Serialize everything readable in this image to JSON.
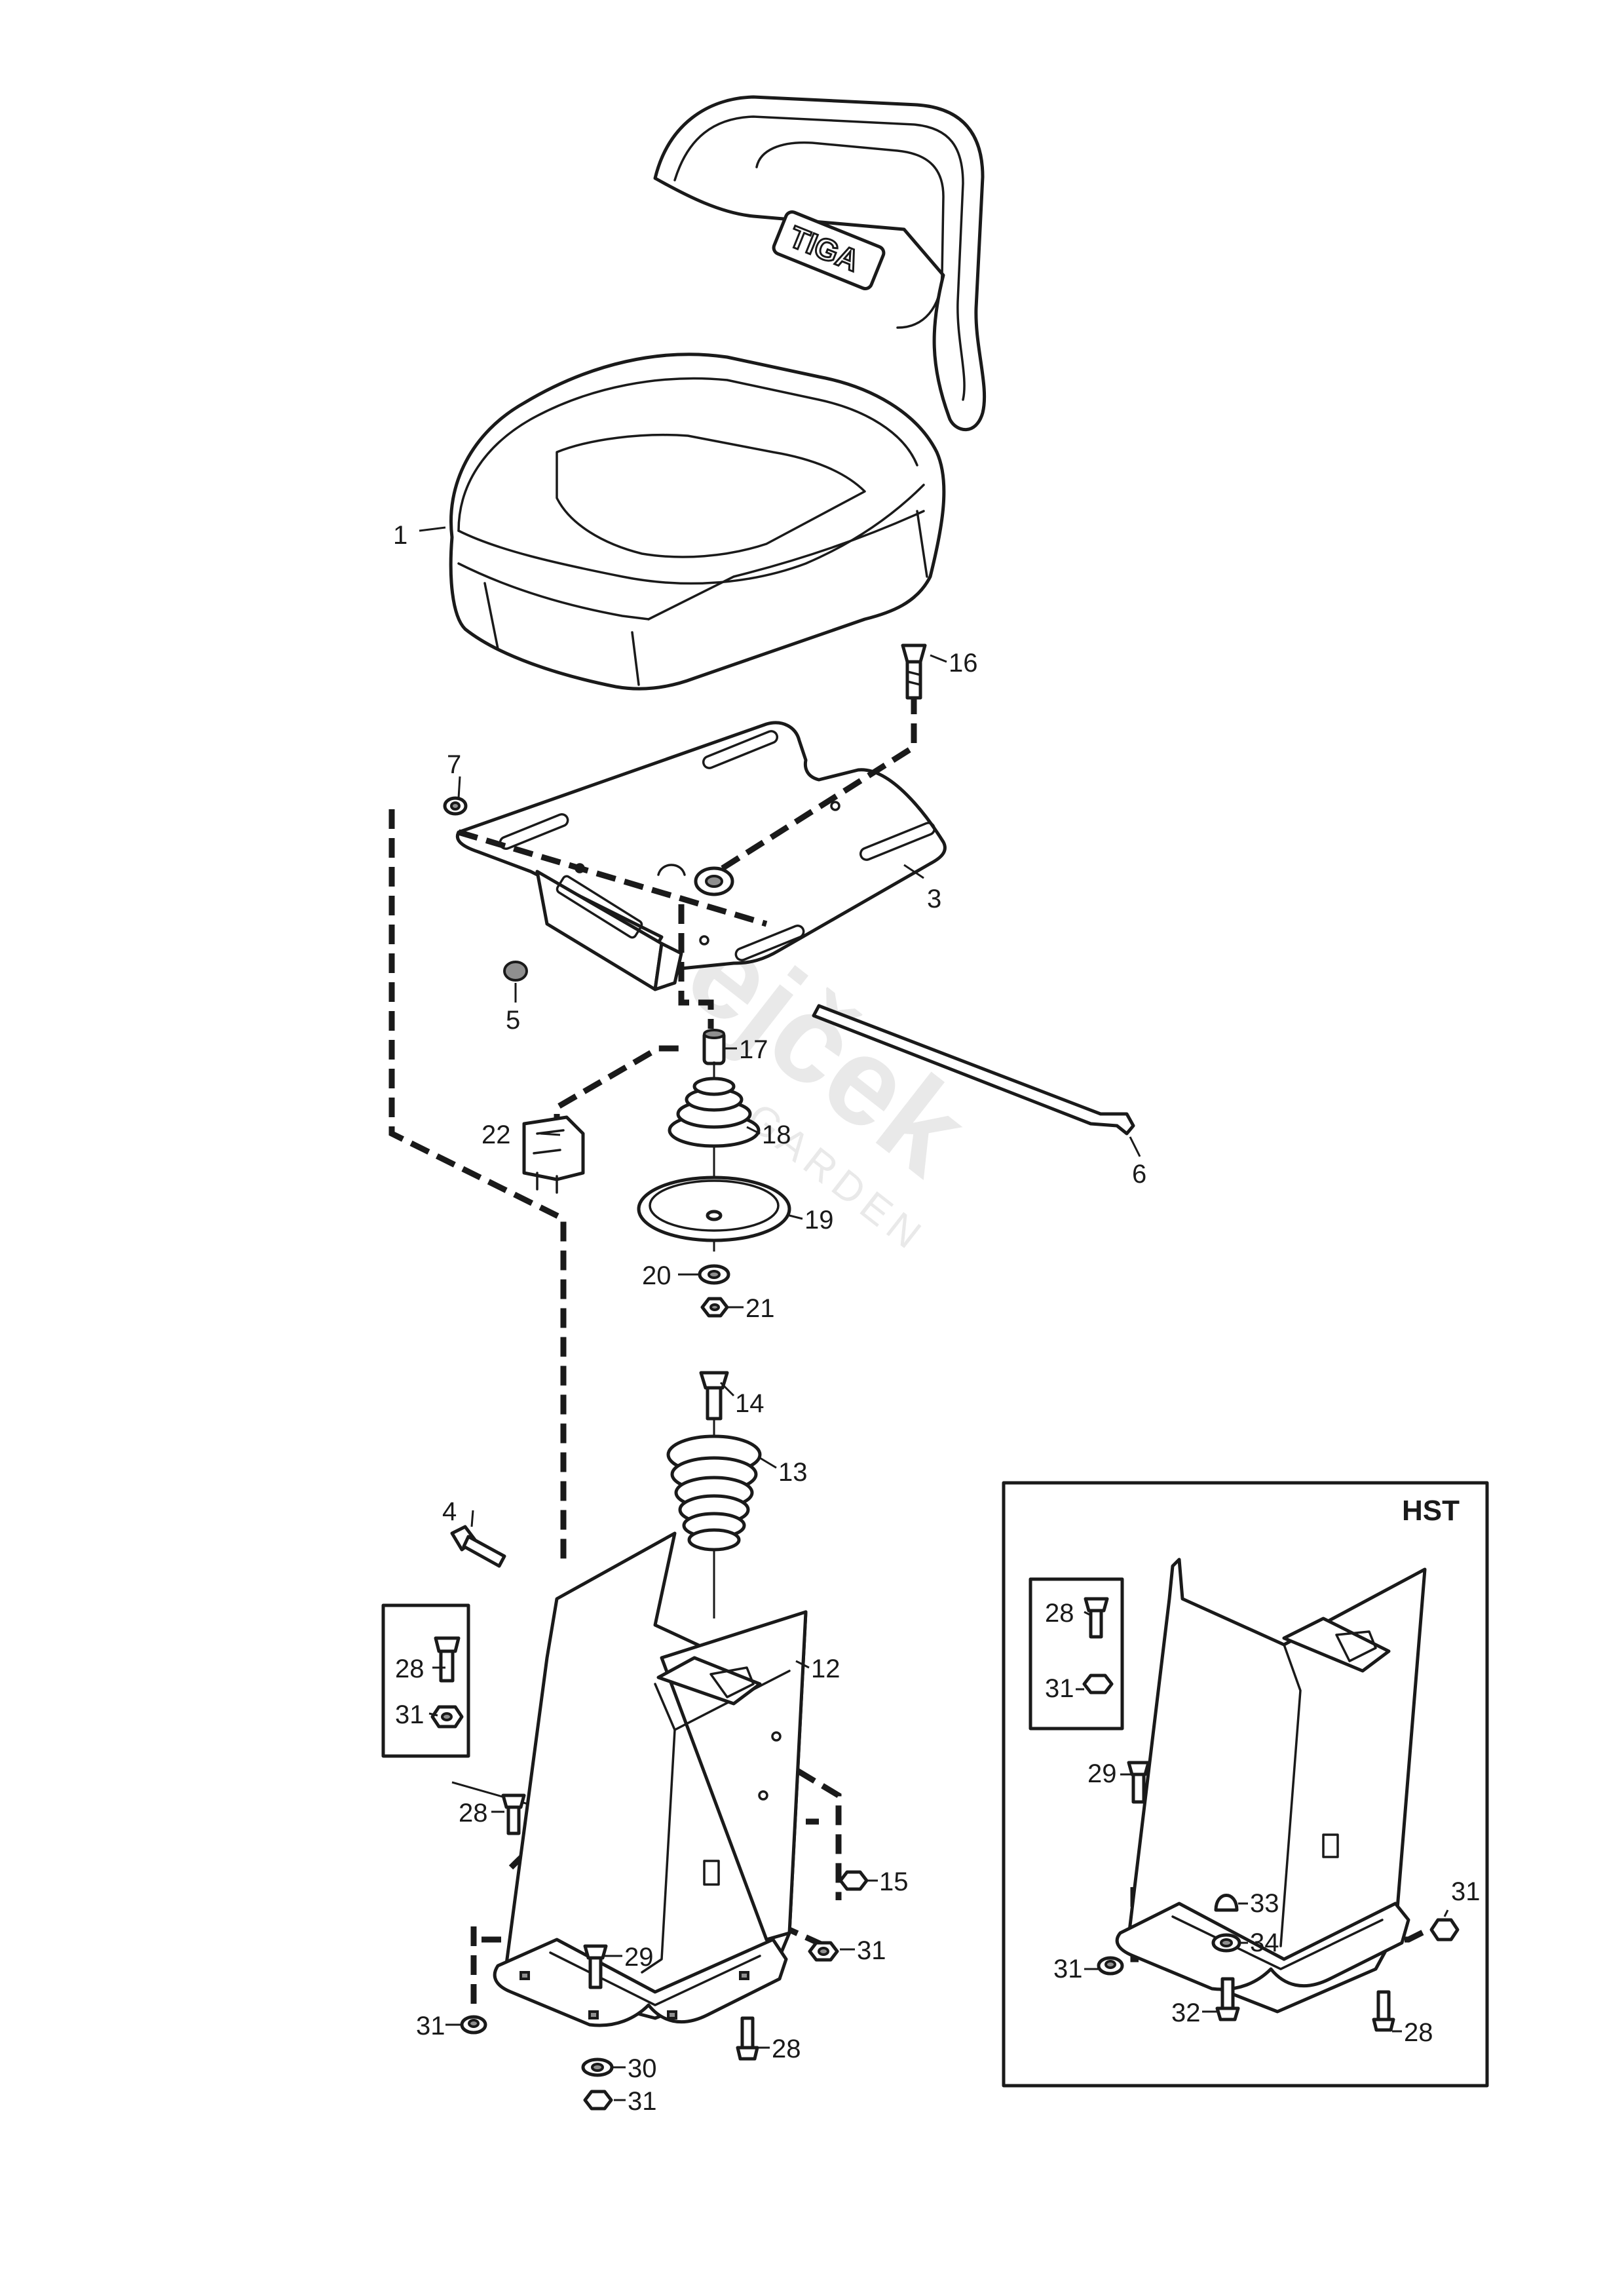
{
  "seat_brand": "TIGA",
  "watermark": {
    "word": "Strejček",
    "sub": "GARDEN"
  },
  "inset": {
    "title": "HST"
  },
  "callouts": {
    "c1": "1",
    "c3": "3",
    "c4": "4",
    "c5": "5",
    "c6": "6",
    "c7": "7",
    "c12": "12",
    "c13": "13",
    "c14": "14",
    "c15": "15",
    "c16": "16",
    "c17": "17",
    "c18": "18",
    "c19": "19",
    "c20": "20",
    "c21": "21",
    "c22": "22",
    "c28a": "28",
    "c31a": "31",
    "c28b": "28",
    "c29a": "29",
    "c31b": "31",
    "c31c": "31",
    "c30": "30",
    "c31d": "31",
    "c28c": "28",
    "h28a": "28",
    "h31a": "31",
    "h29": "29",
    "h31b": "31",
    "h31c": "31",
    "h33": "33",
    "h34": "34",
    "h32": "32",
    "h28b": "28"
  },
  "colors": {
    "line": "#1a1a1a",
    "background": "#ffffff",
    "watermark": "#e9e9e9"
  }
}
